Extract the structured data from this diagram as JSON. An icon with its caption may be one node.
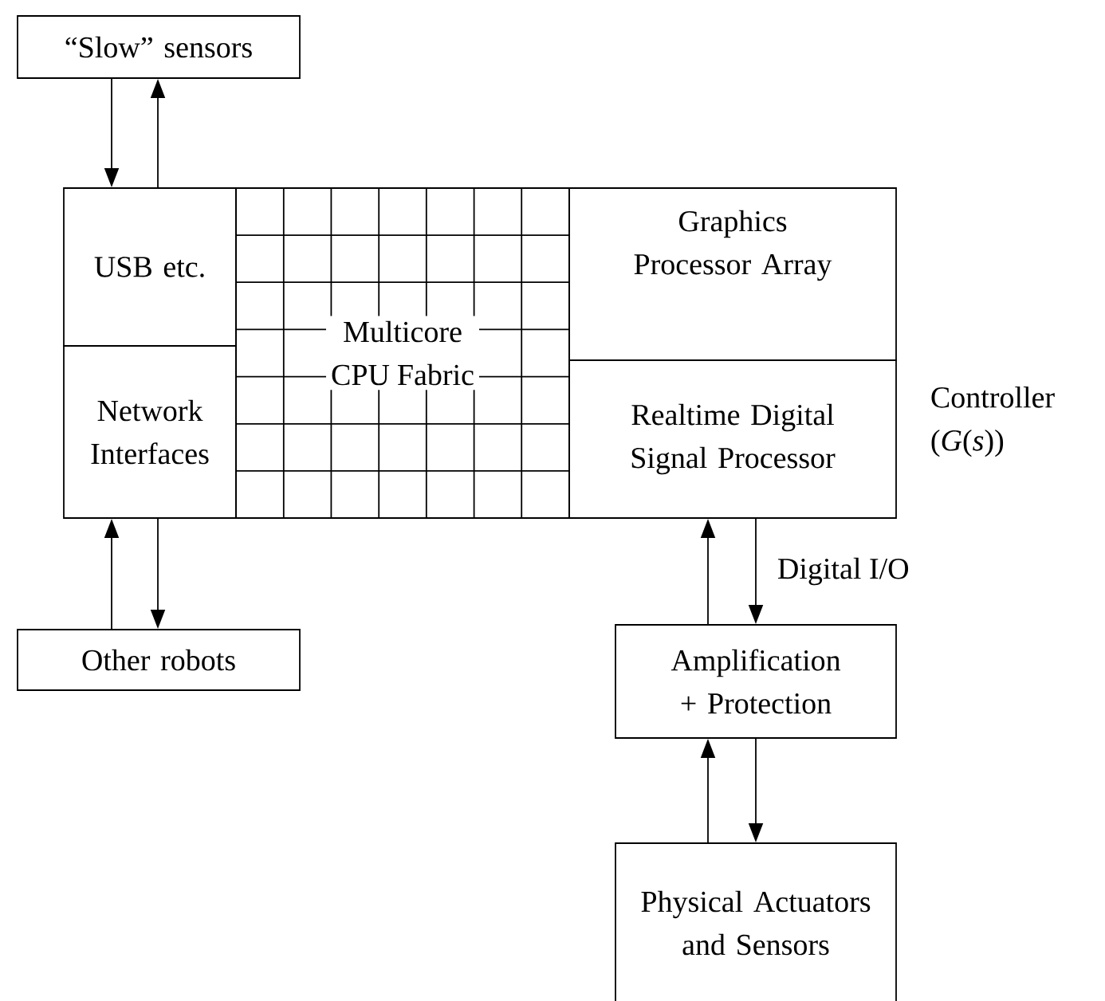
{
  "diagram": {
    "nodes": [
      {
        "text": [
          "“Slow” sensors"
        ]
      },
      {
        "text": [
          "USB etc."
        ]
      },
      {
        "text": [
          "Network Interfaces"
        ]
      },
      {
        "text": [
          "Multicore CPU Fabric"
        ]
      },
      {
        "text": [
          "Graphics Processor Array"
        ]
      },
      {
        "text": [
          "Realtime Digital Signal Processor"
        ]
      },
      {
        "text": [
          "Other robots"
        ]
      },
      {
        "text": [
          "Amplification + Protection"
        ]
      },
      {
        "text": [
          "Physical Actuators and Sensors"
        ]
      }
    ],
    "edges": [
      {
        "from": 0,
        "to": 1,
        "arrow": "to"
      },
      {
        "from": 1,
        "to": 0,
        "arrow": "to"
      },
      {
        "from": 2,
        "to": 6,
        "arrow": "to"
      },
      {
        "from": 6,
        "to": 2,
        "arrow": "to"
      },
      {
        "from": 7,
        "to": 5,
        "arrow": "to"
      },
      {
        "from": 5,
        "to": 7,
        "arrow": "to",
        "label": "Digital I/O"
      },
      {
        "from": 8,
        "to": 7,
        "arrow": "to"
      },
      {
        "from": 7,
        "to": 8,
        "arrow": "to"
      }
    ],
    "labels": [
      "Controller (*G*(*s*))"
    ]
  }
}
